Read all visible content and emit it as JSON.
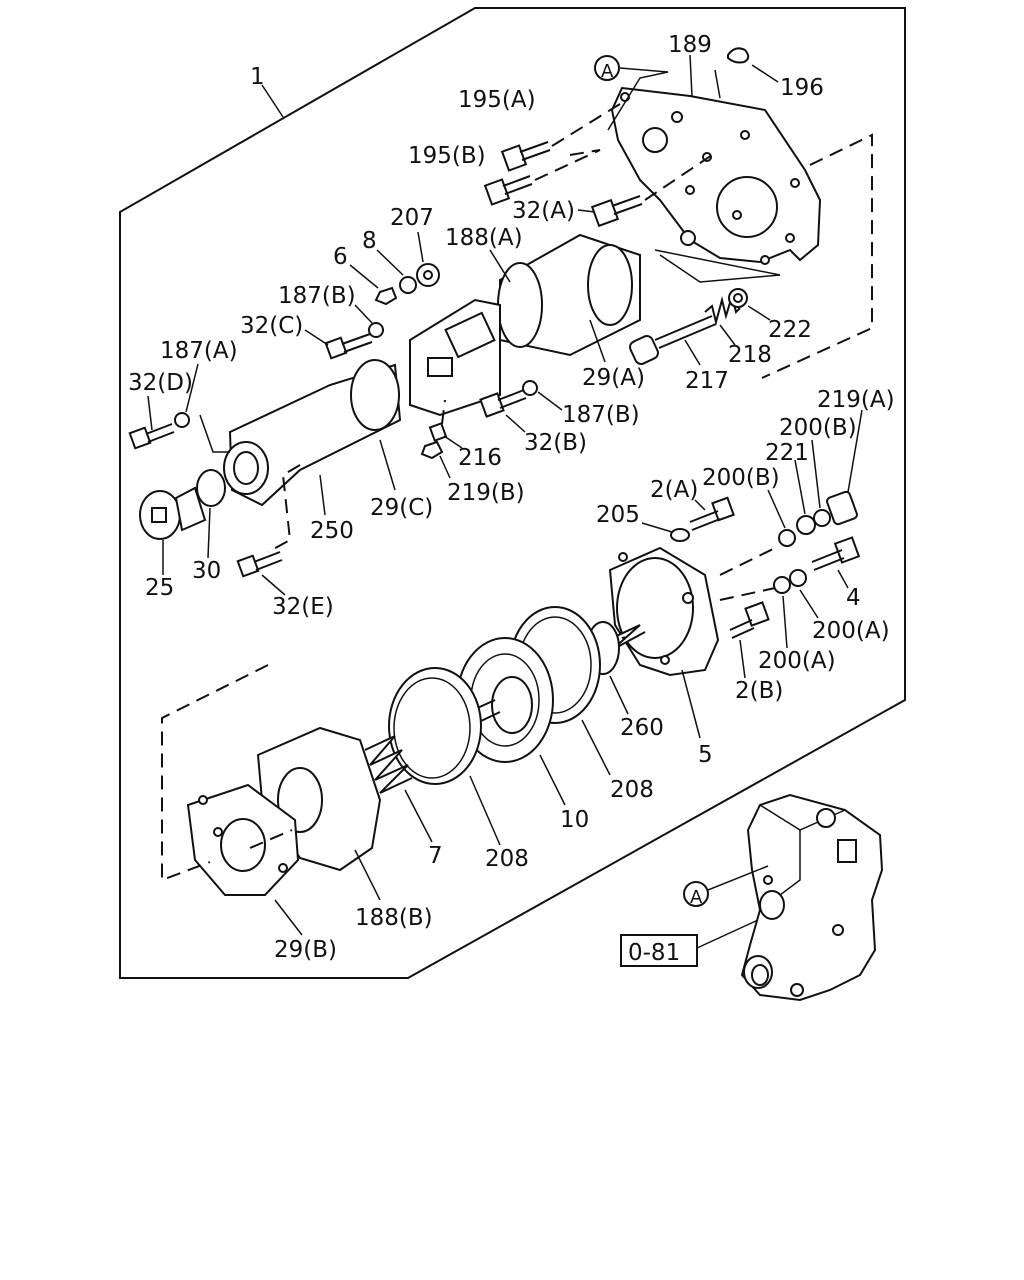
{
  "labels": {
    "p1": "1",
    "p189": "189",
    "p196": "196",
    "p195a": "195(A)",
    "p195b": "195(B)",
    "p32a": "32(A)",
    "p207": "207",
    "p8": "8",
    "p188a": "188(A)",
    "p6": "6",
    "p187b_top": "187(B)",
    "p32c": "32(C)",
    "p187a": "187(A)",
    "p32d": "32(D)",
    "p222": "222",
    "p218": "218",
    "p29a": "29(A)",
    "p217": "217",
    "p187b_mid": "187(B)",
    "p32b": "32(B)",
    "p216": "216",
    "p219b": "219(B)",
    "p29c": "29(C)",
    "p250": "250",
    "p25": "25",
    "p30": "30",
    "p32e": "32(E)",
    "p219a": "219(A)",
    "p200b_r": "200(B)",
    "p221": "221",
    "p200b_l": "200(B)",
    "p2a": "2(A)",
    "p205": "205",
    "p4": "4",
    "p200a_r": "200(A)",
    "p200a_l": "200(A)",
    "p2b": "2(B)",
    "p260": "260",
    "p5": "5",
    "p208_r": "208",
    "p10": "10",
    "p208_l": "208",
    "p7": "7",
    "p188b": "188(B)",
    "p29b": "29(B)",
    "ref_a_top": "A",
    "ref_a_bottom": "A",
    "ref_box": "0-81"
  }
}
